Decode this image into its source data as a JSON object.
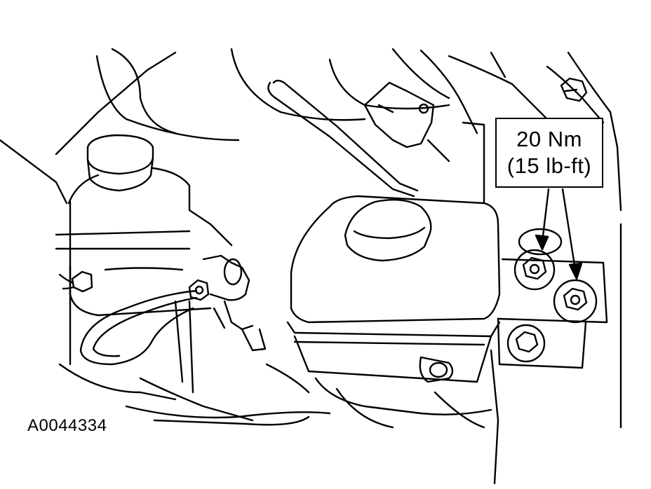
{
  "figure": {
    "id": "A0044334",
    "callout": {
      "torque_nm": "20 Nm",
      "torque_lbft": "(15 lb-ft)"
    },
    "colors": {
      "line": "#000000",
      "background": "#ffffff"
    }
  }
}
